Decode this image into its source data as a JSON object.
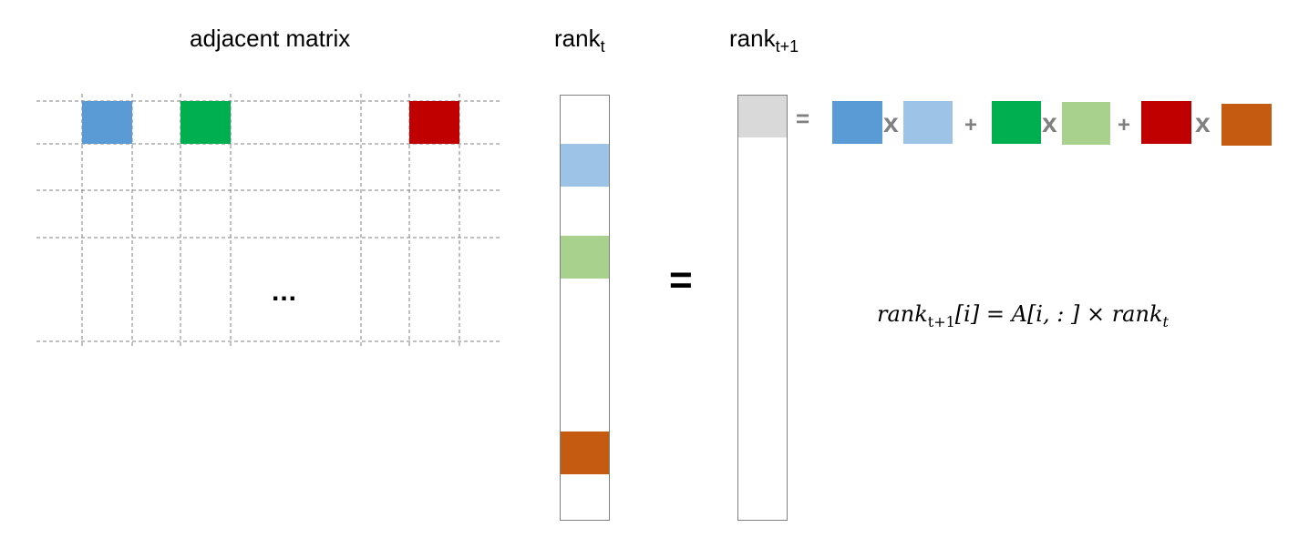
{
  "titles": {
    "matrix": "adjacent matrix",
    "rank_t_base": "rank",
    "rank_t_sub": "t",
    "rank_t1_base": "rank",
    "rank_t1_sub": "t+1"
  },
  "ellipsis": "...",
  "operators": {
    "equals": "=",
    "times": "x",
    "plus": "+"
  },
  "formula": {
    "lhs_base": "rank",
    "lhs_sub": "t+1",
    "lhs_index": "[i]",
    "eq": "=",
    "rhs_a": "A",
    "rhs_slice": "[i, : ]",
    "times": "×",
    "rhs_base": "rank",
    "rhs_sub": "t"
  },
  "colors": {
    "blue": "#5B9BD5",
    "light_blue": "#9DC3E6",
    "green": "#00B050",
    "light_green": "#A9D18E",
    "red": "#C00000",
    "orange": "#C55A11",
    "light_gray": "#D9D9D9",
    "grid_line": "#808080",
    "operator_gray": "#808080"
  }
}
